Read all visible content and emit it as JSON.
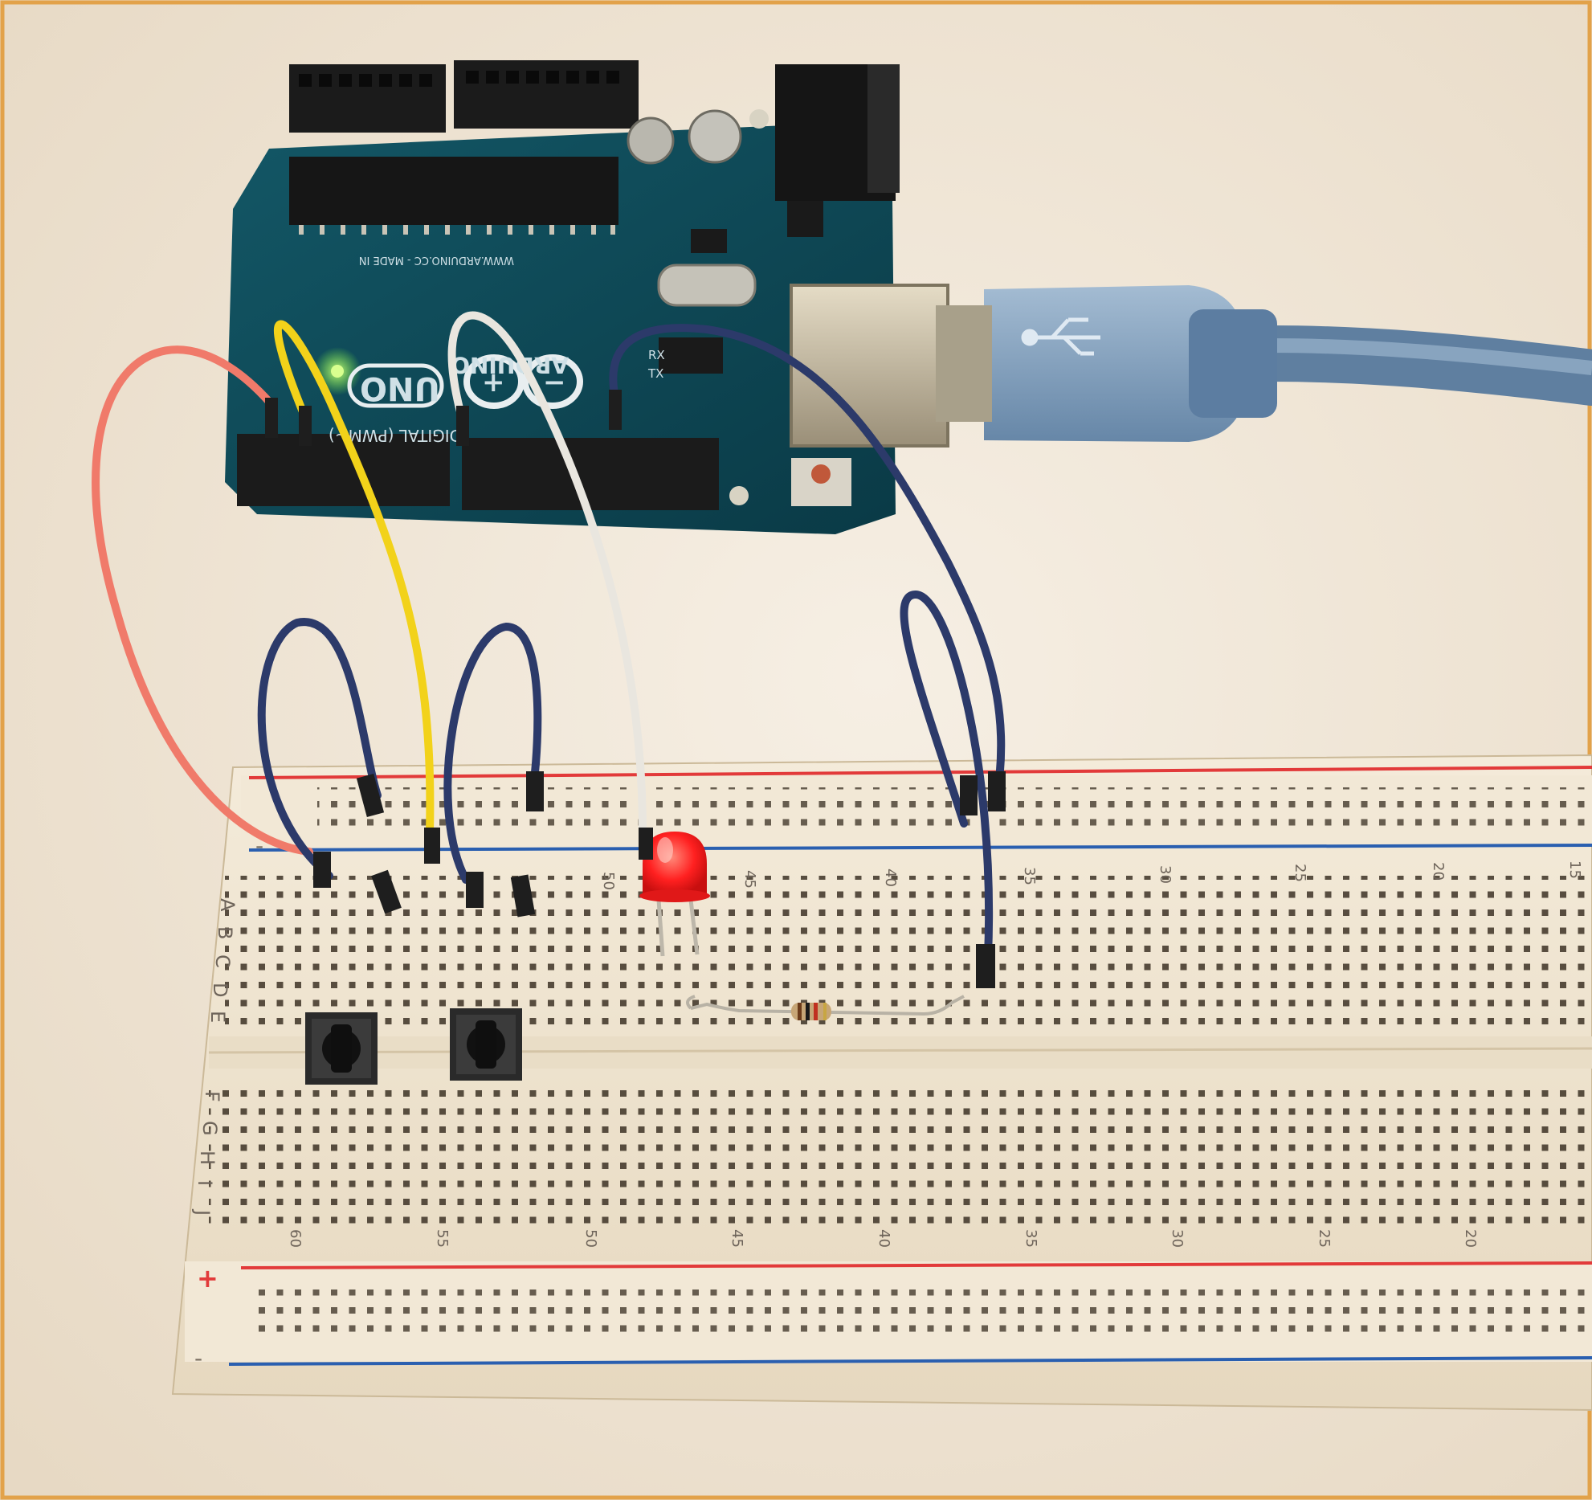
{
  "board": {
    "brand": "ARDUINO",
    "model": "UNO",
    "digital_label": "DIGITAL (PWM~)",
    "silkscreen_text": "WWW.ARDUINO.CC - MADE IN",
    "rx_label": "RX",
    "tx_label": "TX"
  },
  "breadboard": {
    "row_letters_top": [
      "A",
      "B",
      "C",
      "D",
      "E"
    ],
    "row_letters_bottom": [
      "F",
      "G",
      "H",
      "I",
      "J"
    ],
    "top_numbers": [
      "50",
      "45",
      "40",
      "35",
      "30",
      "25",
      "20",
      "15"
    ],
    "bottom_numbers": [
      "60",
      "55",
      "50",
      "45",
      "40",
      "35",
      "30",
      "25",
      "20"
    ],
    "top_rail_sign": "-",
    "bottom_plus_sign": "+",
    "bottom_minus_sign": "-"
  },
  "colors": {
    "background": "#efe6d8",
    "pcb": "#0f4a57",
    "breadboard": "#eee3cf",
    "wire_red": "#f07a6a",
    "wire_yellow": "#f2d21a",
    "wire_white": "#e9e6df",
    "wire_navy": "#2c3a6a",
    "led_red": "#ff2a2a",
    "usb_cable": "#6f8fb0",
    "rail_red": "#e23a3a",
    "rail_blue": "#2a5fb0"
  }
}
